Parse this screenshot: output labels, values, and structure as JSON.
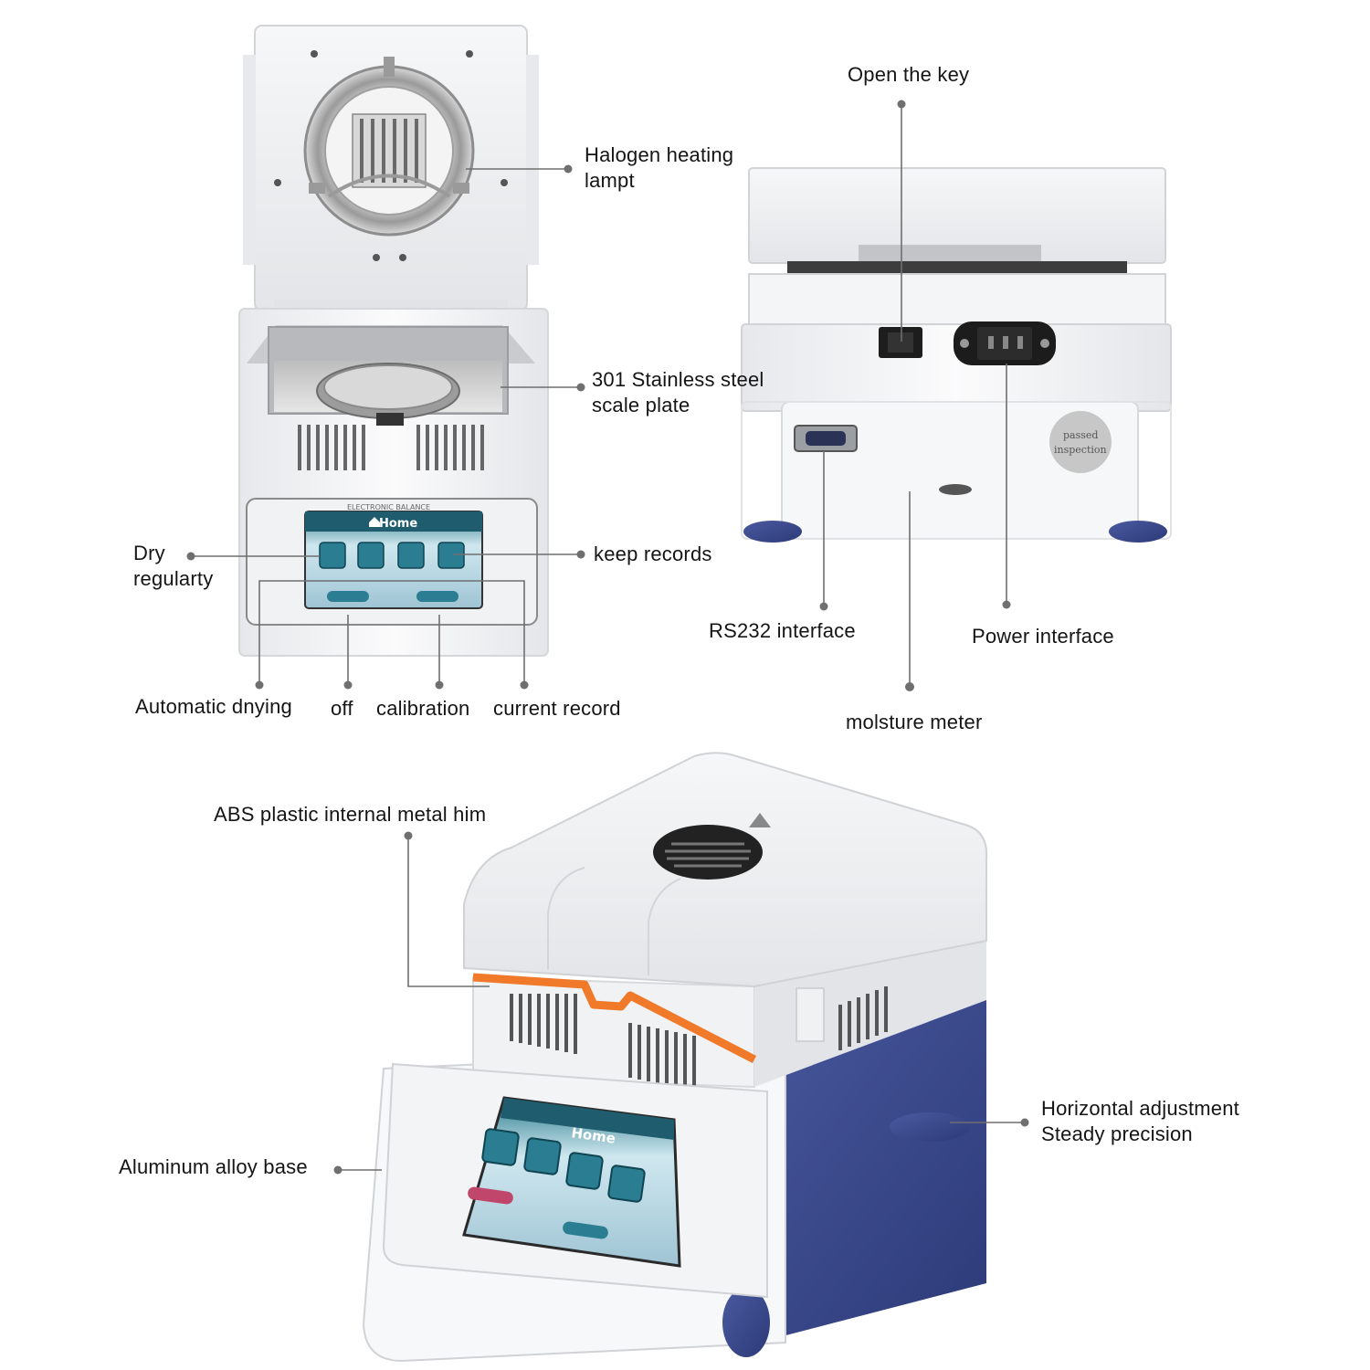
{
  "labels": {
    "halogen": [
      "Halogen heating",
      "lampt"
    ],
    "plate": [
      "301 Stainless steel",
      "scale plate"
    ],
    "dry": [
      "Dry",
      "regularty"
    ],
    "records": "keep records",
    "auto": "Automatic dnying",
    "off": "off",
    "calibration": "calibration",
    "current": "current record",
    "key": "Open the key",
    "rs232": "RS232 interface",
    "power": "Power interface",
    "meter": "molsture meter",
    "abs": "ABS plastic internal metal him",
    "base": "Aluminum alloy base",
    "horizontal": [
      "Horizontal adjustment",
      "Steady precision"
    ]
  },
  "device": {
    "screen_title": "Home",
    "panel_caption": "ELECTRONIC BALANCE",
    "stamp_lines": [
      "passed",
      "inspection"
    ]
  },
  "colors": {
    "body": "#f3f4f6",
    "screen": "#1f5d6e",
    "accent_orange": "#f07a2a",
    "base_blue": "#3a4a8c",
    "leader": "#6f6f6f"
  }
}
